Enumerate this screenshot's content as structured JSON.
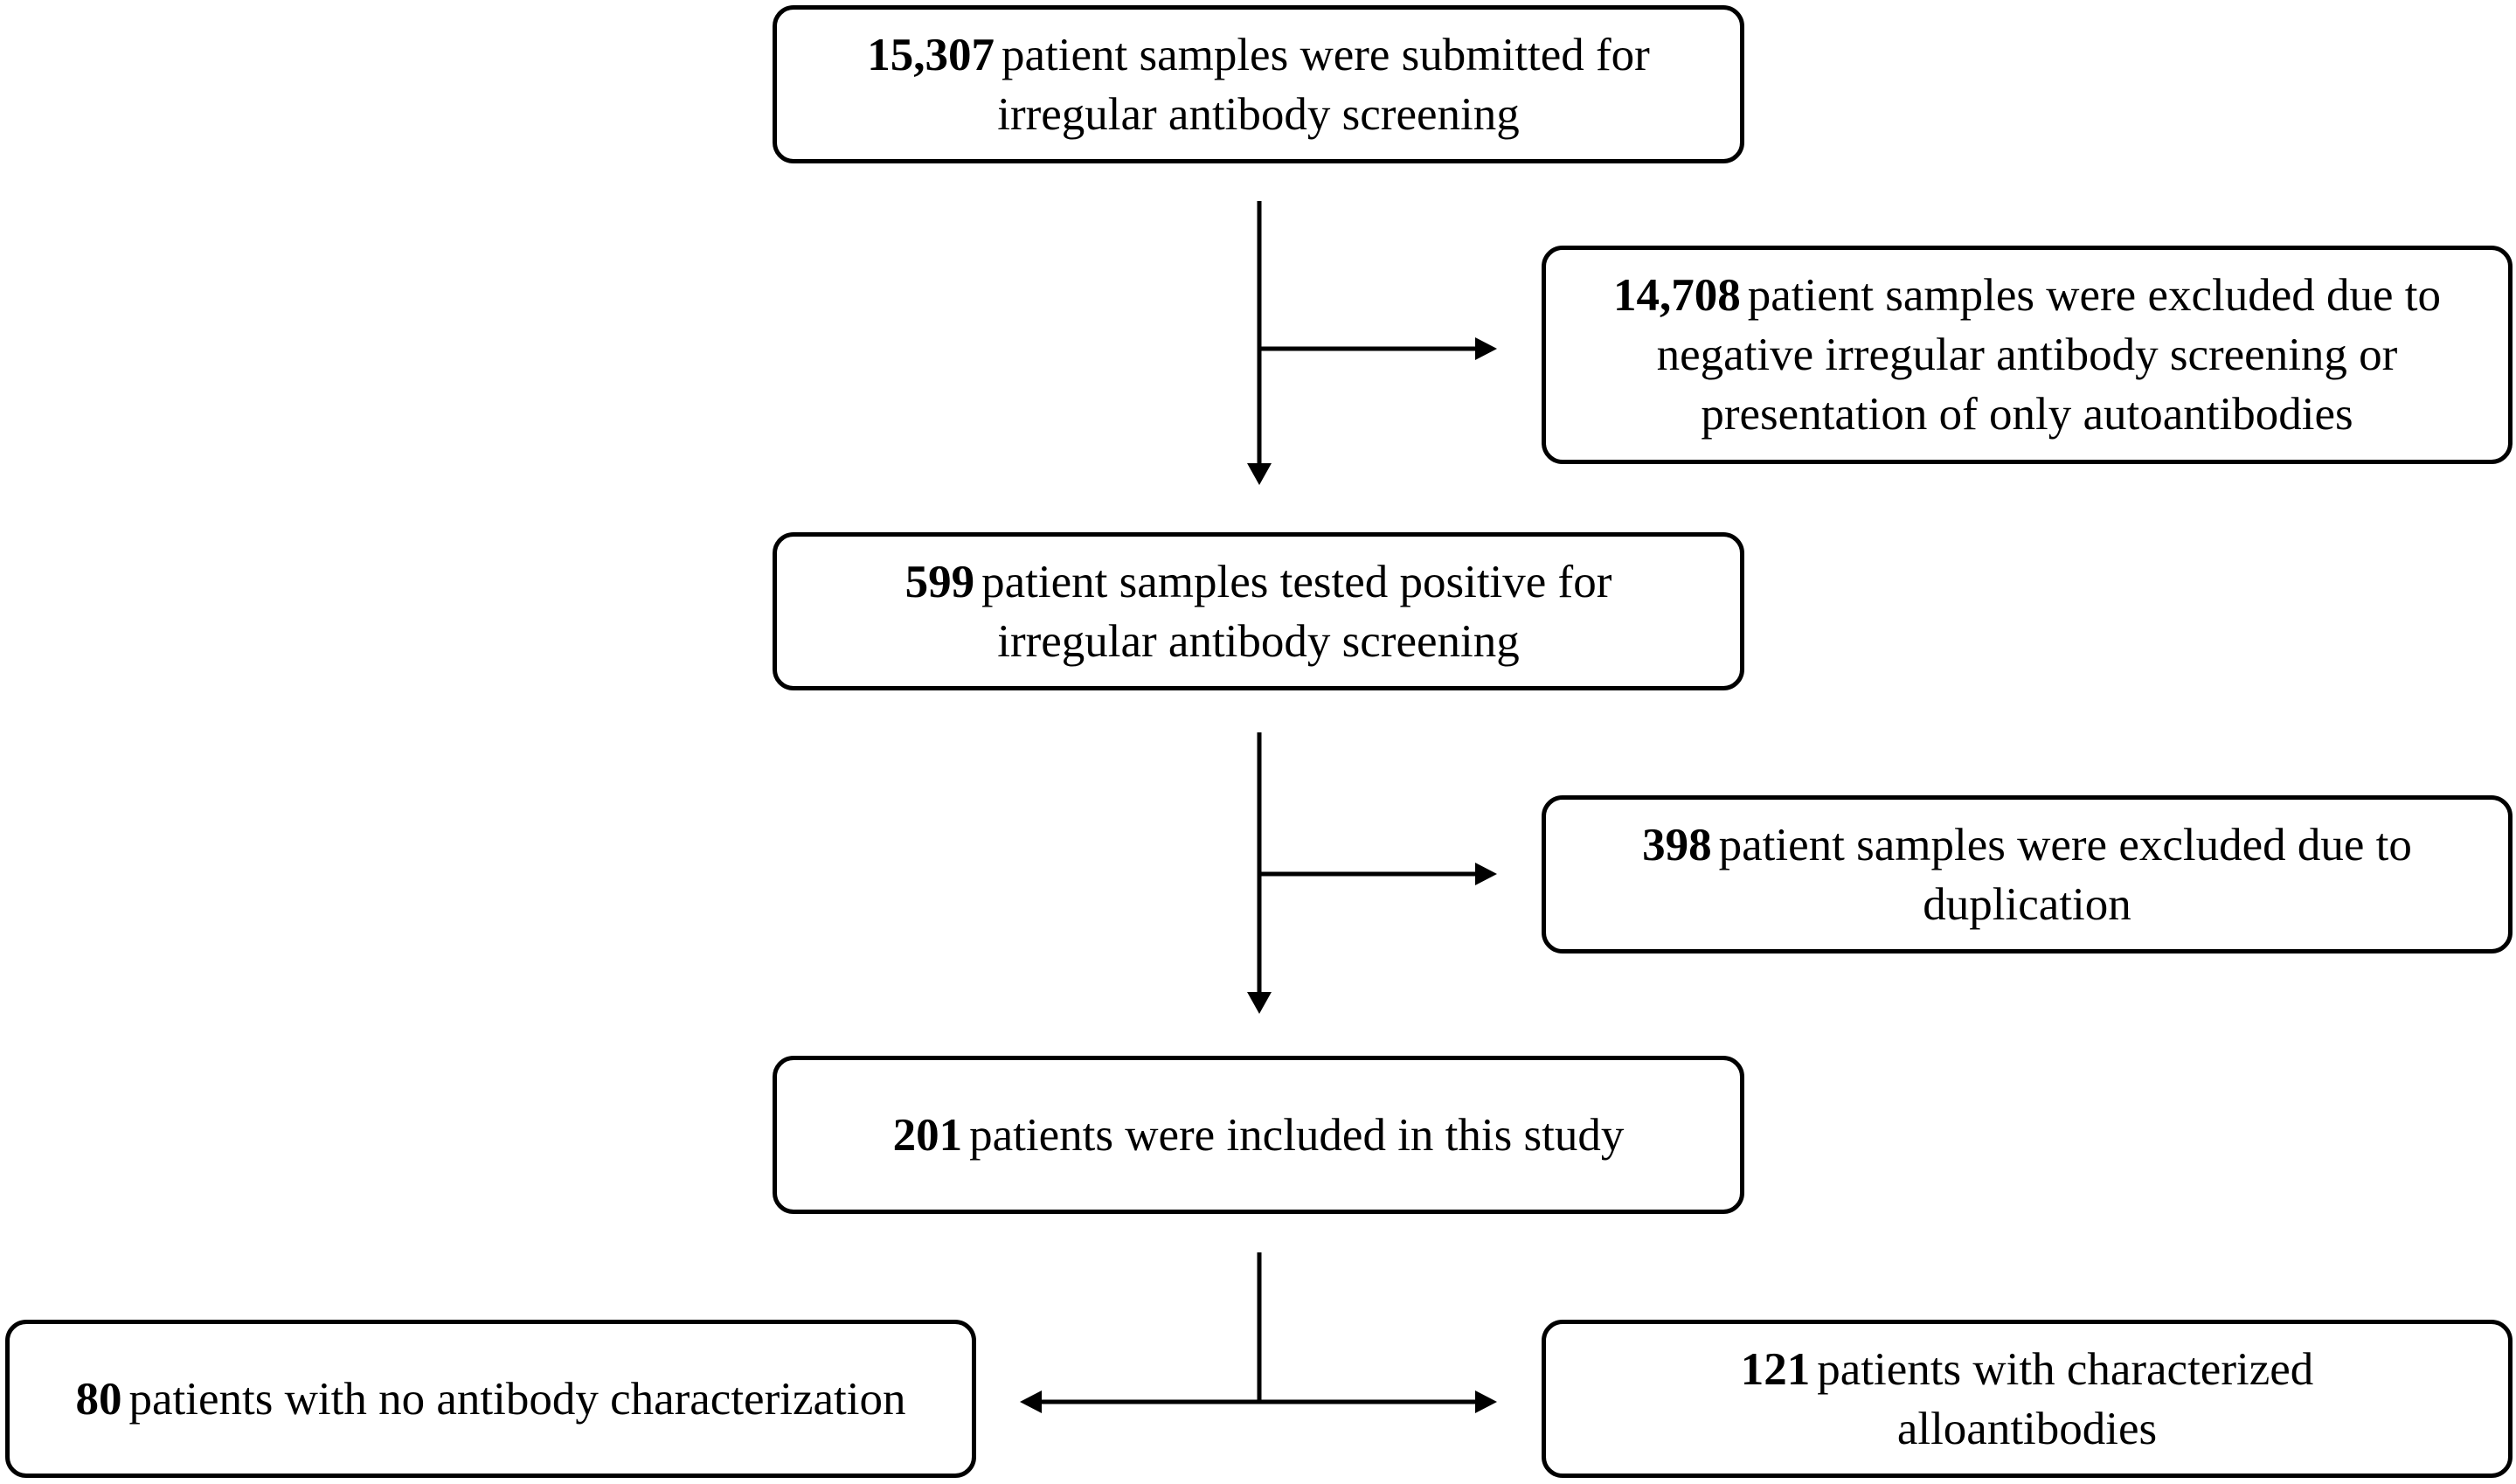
{
  "flowchart": {
    "nodes": [
      {
        "id": "submitted",
        "number": "15,307",
        "text": "patient samples were submitted for\nirregular  antibody screening"
      },
      {
        "id": "excluded-negative",
        "number": "14,708",
        "text": "patient samples were excluded due to\nnegative  irregular  antibody screening or\npresentation of only autoantibodies"
      },
      {
        "id": "positive",
        "number": "599",
        "text": "patient samples tested positive for\nirregular  antibody screening"
      },
      {
        "id": "excluded-duplication",
        "number": "398",
        "text": "patient samples were excluded due to\nduplication"
      },
      {
        "id": "included",
        "number": "201",
        "text": "patients were included in this study"
      },
      {
        "id": "no-characterization",
        "number": "80",
        "text": "patients with no antibody characterization"
      },
      {
        "id": "characterized",
        "number": "121",
        "text": "patients with characterized\nalloantibodies"
      }
    ]
  }
}
